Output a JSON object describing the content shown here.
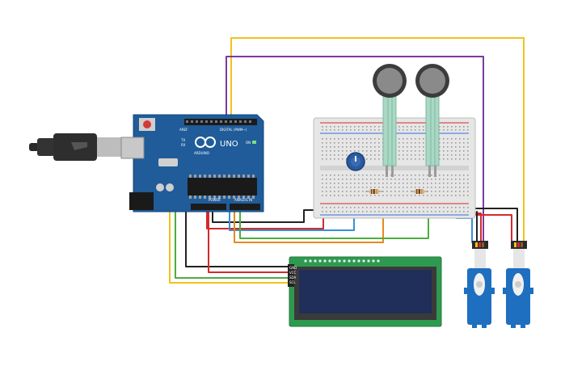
{
  "arduino": {
    "brand": "ARDUINO",
    "model": "UNO",
    "digital_label": "DIGITAL (PWM~)",
    "power_label": "POWER",
    "analog_label": "ANALOG IN",
    "aref_label": "AREF",
    "tx_label": "TX",
    "rx_label": "RX",
    "on_label": "ON"
  },
  "lcd": {
    "pin_labels": [
      "GND",
      "VCC",
      "SDA",
      "SCL"
    ]
  },
  "colors": {
    "board": "#1f5c99",
    "breadboard": "#e6e6e6",
    "lcd_pcb": "#2e9a4f",
    "lcd_screen": "#1f2f5a",
    "servo": "#1e6fc0",
    "fsr": "#4a4a4a",
    "wire_yellow": "#f2c21b",
    "wire_purple": "#7b3aa0",
    "wire_red": "#d42a2a",
    "wire_black": "#222222",
    "wire_green": "#4cae3f",
    "wire_orange": "#e8891b",
    "wire_blue": "#3a8fd6"
  },
  "icons": [
    "usb-cable-icon",
    "reset-button-icon",
    "potentiometer-icon",
    "fsr-sensor-icon",
    "resistor-icon",
    "servo-motor-icon"
  ]
}
